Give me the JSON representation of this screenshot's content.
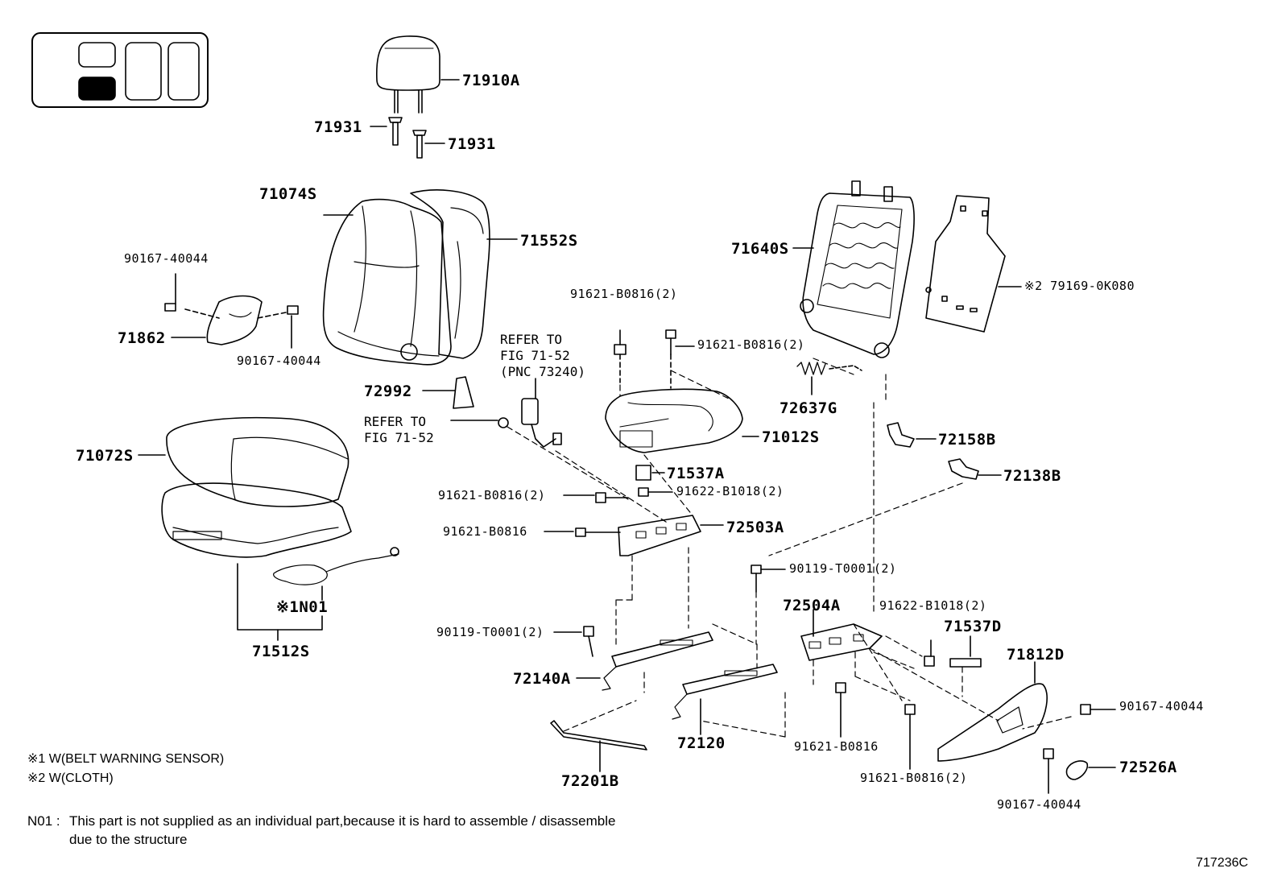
{
  "labels": {
    "headrest": "71910A",
    "support_a": "71931",
    "support_b": "71931",
    "back_cover": "71074S",
    "back_pad": "71552S",
    "back_frame": "71640S",
    "back_board": "※2 79169-0K080",
    "bolt_top_left": "90167-40044",
    "bolt_mid_left": "90167-40044",
    "hinge_cover": "71862",
    "belt_cover": "72992",
    "cushion_cover": "71072S",
    "sensor": "※1N01",
    "cushion_assy": "71512S",
    "bolt_top_c1": "91621-B0816(2)",
    "bolt_top_c2": "91621-B0816(2)",
    "cushion_frame": "71012S",
    "spring": "72637G",
    "cap_a": "72158B",
    "cap_b": "72138B",
    "pad_small": "71537A",
    "bolt_left_a": "91621-B0816(2)",
    "bolt_mid_b": "91622-B1018(2)",
    "bolt_left_c": "91621-B0816",
    "adjuster_a": "72503A",
    "screw_mid": "90119-T0001(2)",
    "adjuster_b": "72504A",
    "bolt_right_d": "91622-B1018(2)",
    "pad_right": "71537D",
    "screw_left": "90119-T0001(2)",
    "track_a": "72140A",
    "track_b": "72120",
    "rod": "72201B",
    "bolt_bot_1": "91621-B0816",
    "bolt_bot_2": "91621-B0816(2)",
    "shield": "71812D",
    "bolt_shield": "90167-40044",
    "knob": "72526A",
    "bolt_bottom_right": "90167-40044"
  },
  "references": {
    "ref1": [
      "REFER TO",
      "FIG 71-52",
      "(PNC 73240)"
    ],
    "ref2": [
      "REFER TO",
      "FIG 71-52"
    ]
  },
  "notes": {
    "n1": "※1 W(BELT WARNING SENSOR)",
    "n2": "※2 W(CLOTH)",
    "n01_key": "N01 :",
    "n01_line1": "This part is not supplied as an individual part,because it is hard to assemble / disassemble",
    "n01_line2": "due to the structure"
  },
  "figure_code": "717236C"
}
